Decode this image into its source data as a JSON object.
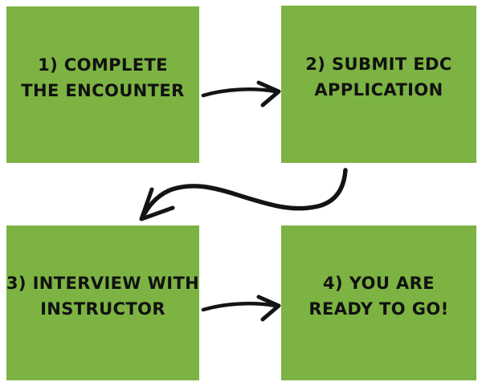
{
  "colors": {
    "background": "#FFFFFF",
    "box-green": "#7CB342",
    "text-black": "#111111",
    "arrow-black": "#141414"
  },
  "diagram": {
    "description": "Four-step EDC process flowchart with hand-drawn arrows",
    "steps": [
      {
        "lines": [
          "1) COMPLETE",
          "THE ENCOUNTER"
        ]
      },
      {
        "lines": [
          "2) SUBMIT EDC",
          "APPLICATION"
        ]
      },
      {
        "lines": [
          "3) INTERVIEW WITH",
          "INSTRUCTOR"
        ]
      },
      {
        "lines": [
          "4) YOU ARE",
          "READY TO GO!"
        ]
      }
    ]
  }
}
